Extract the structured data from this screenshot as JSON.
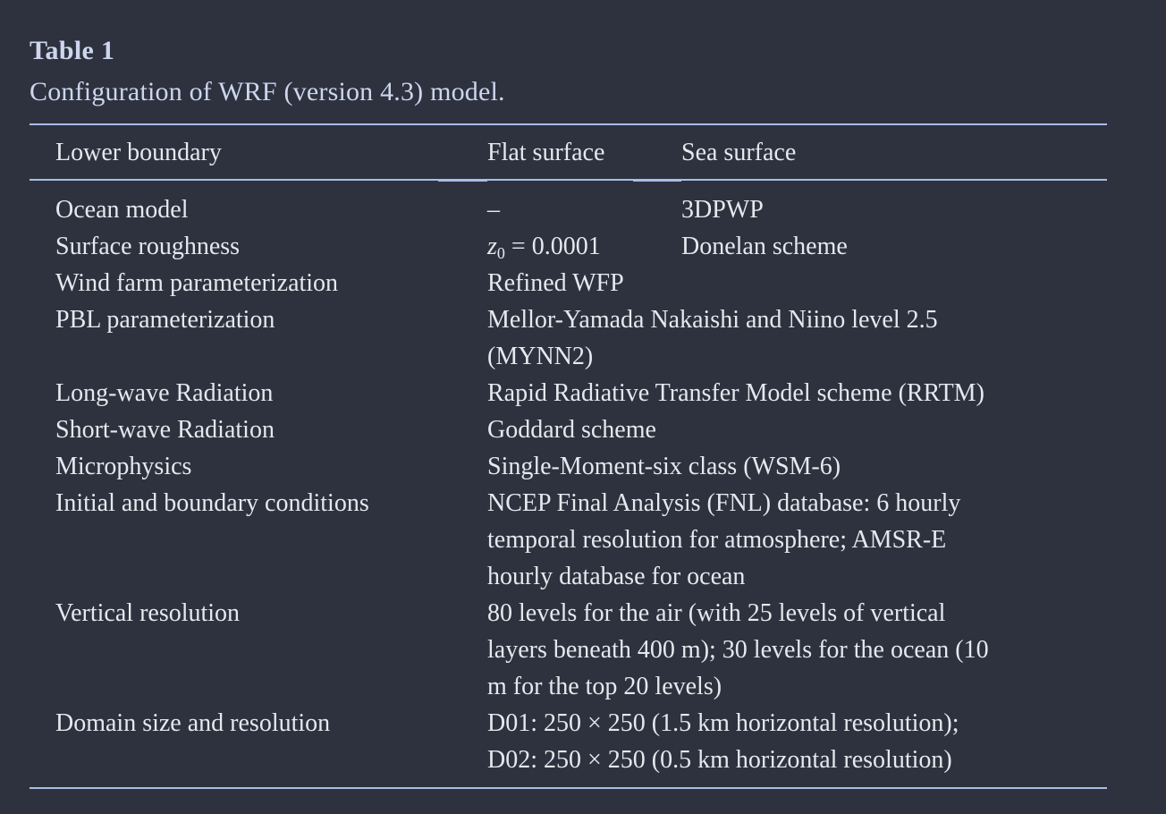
{
  "table": {
    "title": "Table 1",
    "caption": "Configuration of WRF (version 4.3) model.",
    "header": {
      "col1": "Lower boundary",
      "col2": "Flat surface",
      "col3": "Sea surface"
    },
    "rows": [
      {
        "label": "Ocean model",
        "flat": "–",
        "sea": "3DPWP"
      },
      {
        "label": "Surface roughness",
        "flat_var": "z",
        "flat_sub": "0",
        "flat_rest": " = 0.0001",
        "sea": "Donelan scheme"
      },
      {
        "label": "Wind farm parameterization",
        "value": "Refined WFP"
      },
      {
        "label": "PBL parameterization",
        "value_lines": [
          "Mellor-Yamada Nakaishi and Niino level 2.5",
          "(MYNN2)"
        ]
      },
      {
        "label": "Long-wave Radiation",
        "value": "Rapid Radiative Transfer Model scheme (RRTM)"
      },
      {
        "label": "Short-wave Radiation",
        "value": "Goddard scheme"
      },
      {
        "label": "Microphysics",
        "value": "Single-Moment-six class (WSM-6)"
      },
      {
        "label": "Initial and boundary conditions",
        "value_lines": [
          "NCEP Final Analysis (FNL) database: 6 hourly",
          "temporal resolution for atmosphere; AMSR-E",
          "hourly database for ocean"
        ]
      },
      {
        "label": "Vertical resolution",
        "value_lines": [
          "80 levels for the air (with 25 levels of vertical",
          "layers beneath 400 m); 30 levels for the ocean (10",
          "m for the top 20 levels)"
        ]
      },
      {
        "label": "Domain size and resolution",
        "value_lines": [
          "D01: 250 × 250 (1.5 km horizontal resolution);",
          "D02: 250 × 250 (0.5 km horizontal resolution)"
        ]
      }
    ]
  }
}
